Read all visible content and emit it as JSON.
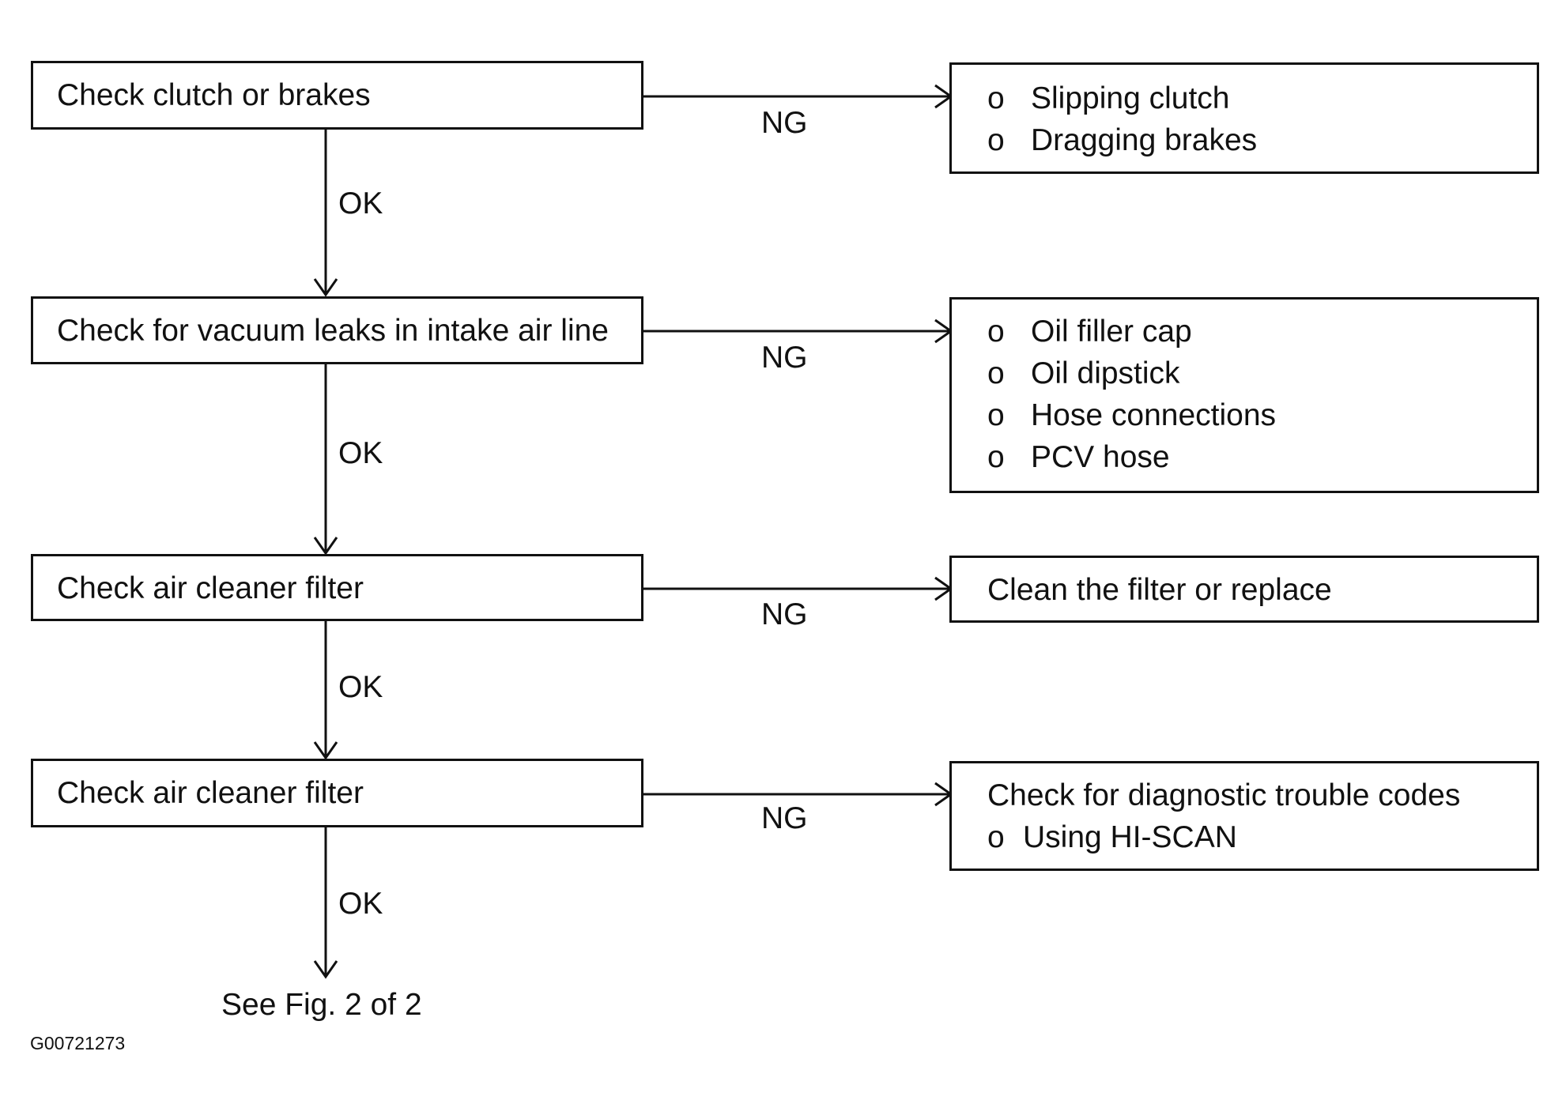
{
  "steps": [
    {
      "title": "Check clutch or brakes",
      "ok_label": "OK",
      "ng_label": "NG"
    },
    {
      "title": "Check for vacuum leaks in intake air line",
      "ok_label": "OK",
      "ng_label": "NG"
    },
    {
      "title": "Check air cleaner filter",
      "ok_label": "OK",
      "ng_label": "NG"
    },
    {
      "title": "Check air cleaner filter",
      "ok_label": "OK",
      "ng_label": "NG"
    }
  ],
  "results": [
    {
      "bullet": "o",
      "lines": [
        "Slipping clutch",
        "Dragging brakes"
      ]
    },
    {
      "bullet": "o",
      "lines": [
        "Oil filler cap",
        "Oil dipstick",
        "Hose connections",
        "PCV hose"
      ]
    },
    {
      "text": "Clean the filter or replace"
    },
    {
      "text": "Check for diagnostic trouble codes",
      "bullet": "o",
      "sub": "Using HI-SCAN"
    }
  ],
  "footer": {
    "next": "See Fig. 2 of 2",
    "code": "G00721273"
  }
}
